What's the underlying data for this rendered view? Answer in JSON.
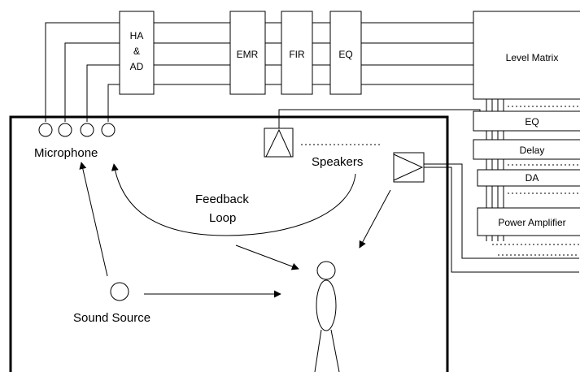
{
  "blocks": {
    "ha_ad": [
      "HA",
      "&",
      "AD"
    ],
    "emr": "EMR",
    "fir": "FIR",
    "eq_top": "EQ",
    "level_matrix": "Level Matrix"
  },
  "rack": {
    "eq": "EQ",
    "delay": "Delay",
    "da": "DA",
    "power_amplifier": "Power Amplifier"
  },
  "labels": {
    "microphone": "Microphone",
    "speakers": "Speakers",
    "feedback_line1": "Feedback",
    "feedback_line2": "Loop",
    "sound_source": "Sound Source"
  },
  "colors": {
    "stroke": "#000000",
    "background": "#ffffff"
  }
}
